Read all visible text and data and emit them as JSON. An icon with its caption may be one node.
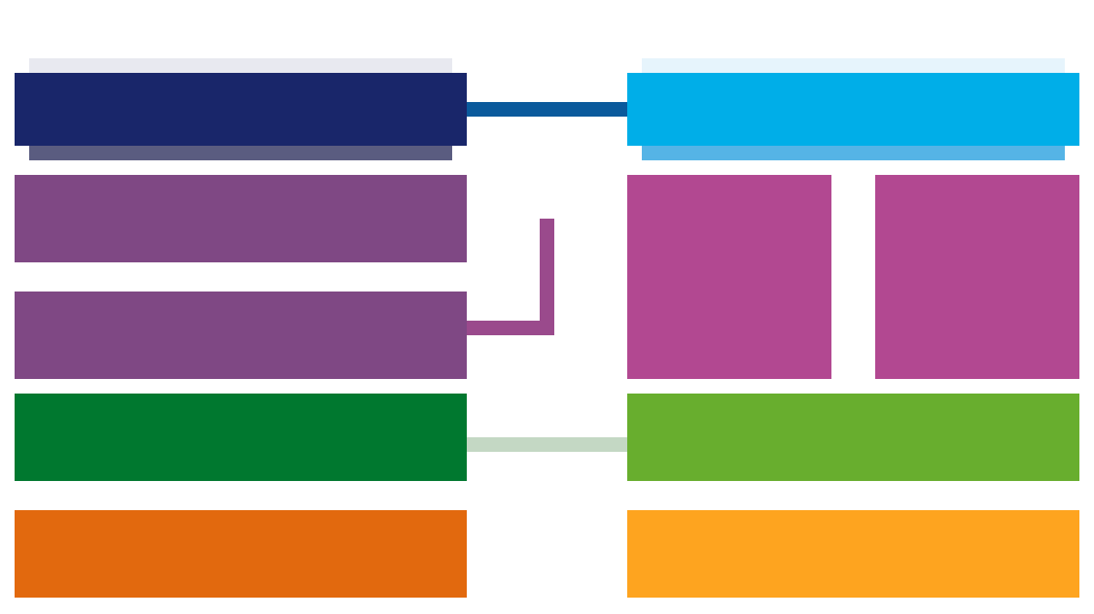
{
  "diagram": {
    "nodes": [
      {
        "text": [],
        "shape": "box"
      },
      {
        "text": [],
        "shape": "box"
      },
      {
        "text": [],
        "shape": "box"
      },
      {
        "text": [],
        "shape": "box"
      },
      {
        "text": [],
        "shape": "box"
      },
      {
        "text": [],
        "shape": "box"
      },
      {
        "text": [],
        "shape": "box"
      },
      {
        "text": [],
        "shape": "box"
      },
      {
        "text": [],
        "shape": "box"
      },
      {
        "text": [],
        "shape": "box"
      }
    ],
    "edges": [
      {
        "from": 0,
        "to": 1,
        "arrow": "none",
        "color": "#0a5a9c"
      },
      {
        "from": 3,
        "to": null,
        "arrow": "none",
        "color": "#9a4a8c"
      },
      {
        "from": 6,
        "to": 7,
        "arrow": "none",
        "color": "#c4d8c4"
      }
    ]
  }
}
